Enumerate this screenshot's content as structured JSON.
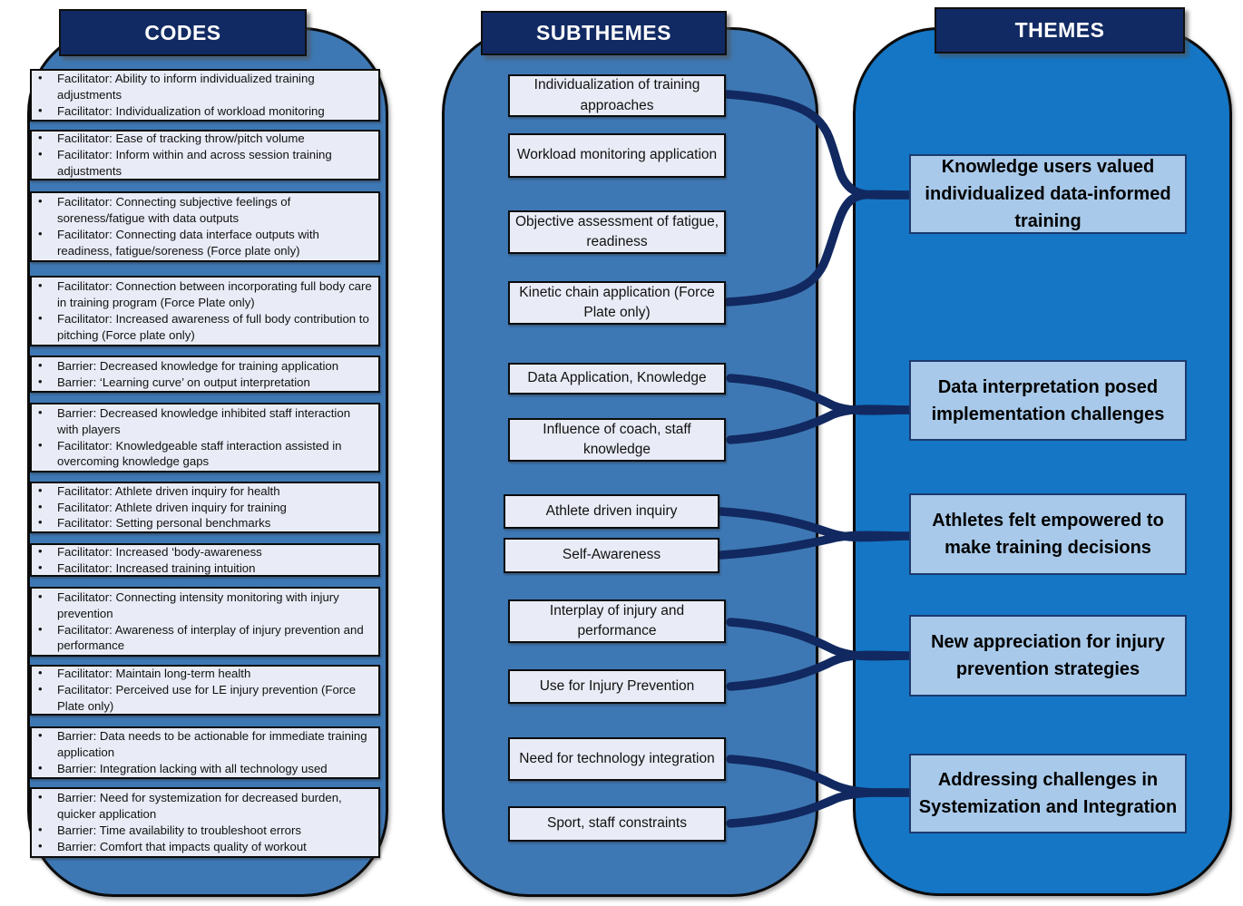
{
  "codes": {
    "header": "CODES",
    "boxes": [
      {
        "items": [
          "Facilitator: Ability to inform individualized training adjustments",
          "Facilitator: Individualization of workload monitoring"
        ]
      },
      {
        "items": [
          "Facilitator: Ease of tracking throw/pitch volume",
          "Facilitator: Inform within and across session training adjustments"
        ]
      },
      {
        "items": [
          "Facilitator: Connecting subjective feelings of soreness/fatigue with data outputs",
          "Facilitator: Connecting data interface outputs with readiness, fatigue/soreness (Force plate only)"
        ]
      },
      {
        "items": [
          "Facilitator: Connection between incorporating full body care in training program (Force Plate only)",
          "Facilitator: Increased awareness of full body contribution to pitching (Force plate only)"
        ]
      },
      {
        "items": [
          "Barrier: Decreased knowledge for training application",
          "Barrier: ‘Learning curve’ on output interpretation"
        ]
      },
      {
        "items": [
          "Barrier: Decreased knowledge inhibited staff interaction with players",
          "Facilitator: Knowledgeable staff interaction assisted in overcoming knowledge gaps"
        ]
      },
      {
        "items": [
          "Facilitator: Athlete driven inquiry for health",
          "Facilitator: Athlete driven inquiry for training",
          "Facilitator: Setting personal benchmarks"
        ]
      },
      {
        "items": [
          "Facilitator: Increased ‘body-awareness",
          "Facilitator: Increased training intuition"
        ]
      },
      {
        "items": [
          "Facilitator: Connecting intensity monitoring with injury prevention",
          "Facilitator: Awareness of interplay of injury prevention and performance"
        ]
      },
      {
        "items": [
          "Facilitator: Maintain long-term health",
          "Facilitator: Perceived use for LE injury prevention (Force Plate only)"
        ]
      },
      {
        "items": [
          "Barrier:  Data needs to be actionable for immediate training application",
          "Barrier: Integration lacking with all technology used"
        ]
      },
      {
        "items": [
          "Barrier: Need for systemization for decreased burden, quicker application",
          "Barrier: Time availability to troubleshoot errors",
          "Barrier: Comfort that impacts quality of workout"
        ]
      }
    ]
  },
  "subthemes": {
    "header": "SUBTHEMES",
    "boxes": [
      "Individualization of training approaches",
      "Workload monitoring application",
      "Objective assessment of fatigue, readiness",
      "Kinetic chain application (Force Plate only)",
      "Data Application, Knowledge",
      "Influence of coach, staff knowledge",
      "Athlete driven inquiry",
      "Self-Awareness",
      "Interplay of injury and performance",
      "Use for Injury Prevention",
      "Need for technology integration",
      "Sport, staff constraints"
    ]
  },
  "themes": {
    "header": "THEMES",
    "boxes": [
      "Knowledge users valued individualized data-informed training",
      "Data interpretation posed implementation challenges",
      "Athletes felt empowered to make training decisions",
      "New appreciation for injury prevention strategies",
      "Addressing challenges in Systemization and Integration"
    ]
  },
  "connections": [
    {
      "theme_index": 0,
      "subtheme_indices": [
        0,
        3
      ]
    },
    {
      "theme_index": 1,
      "subtheme_indices": [
        4,
        5
      ]
    },
    {
      "theme_index": 2,
      "subtheme_indices": [
        6,
        7
      ]
    },
    {
      "theme_index": 3,
      "subtheme_indices": [
        8,
        9
      ]
    },
    {
      "theme_index": 4,
      "subtheme_indices": [
        10,
        11
      ]
    }
  ],
  "colors": {
    "panel_steel_blue": "#3e78b4",
    "panel_bright_blue": "#1576c5",
    "header_navy": "#112a63",
    "light_box_fill": "#e9ecf6",
    "theme_box_fill": "#a8c9e9",
    "connector_navy": "#112960"
  }
}
